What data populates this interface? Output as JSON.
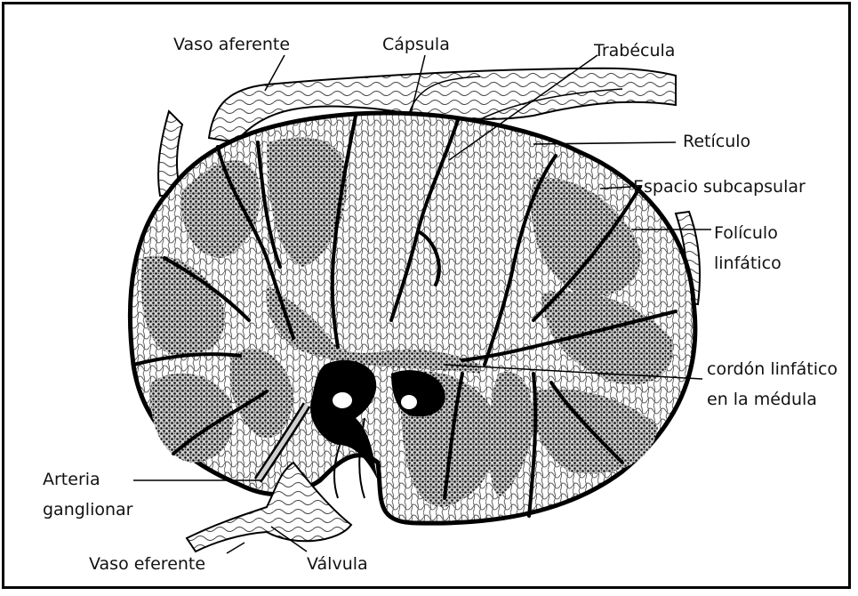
{
  "labels": {
    "vaso_aferente": "Vaso aferente",
    "capsula": "Cápsula",
    "trabecula": "Trabécula",
    "reticulo": "Retículo",
    "espacio_subcapsular": "Espacio subcapsular",
    "foliculo_linfatico": "Folículo linfático",
    "cordon_linfatico": "cordón linfático en la médula",
    "arteria_ganglionar": "Arteria ganglionar",
    "vaso_eferente": "Vaso eferente",
    "valvula": "Válvula"
  },
  "colors": {
    "ink": "#000000",
    "tissue": "#ffffff",
    "follicle": "#3a3a3a"
  }
}
